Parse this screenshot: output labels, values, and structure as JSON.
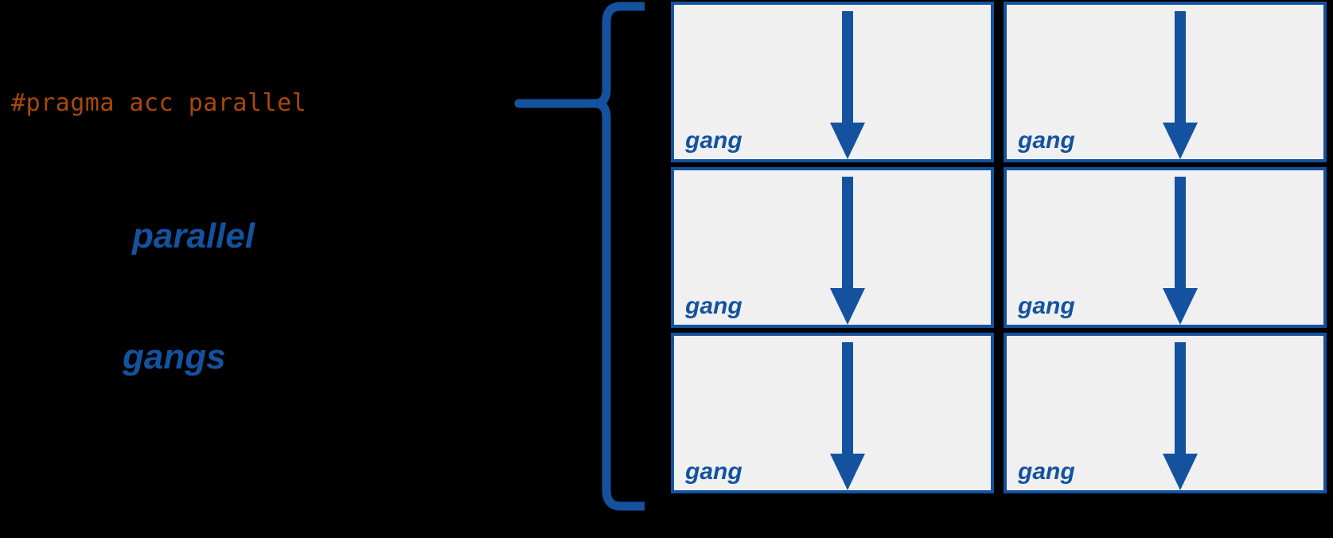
{
  "background_color": "#000000",
  "accent_blue": "#14529f",
  "pragma_color": "#a8490b",
  "box_fill": "#f0f0f0",
  "code": {
    "pragma": "#pragma acc parallel"
  },
  "annotations": {
    "parallel_label": "parallel",
    "gangs_label": "gangs"
  },
  "brace": {
    "icon": "left-curly-brace-icon",
    "orientation": "points-left"
  },
  "grid": {
    "columns": 2,
    "rows": 3,
    "boxes": [
      {
        "label": "gang",
        "arrow": "down-arrow-icon"
      },
      {
        "label": "gang",
        "arrow": "down-arrow-icon"
      },
      {
        "label": "gang",
        "arrow": "down-arrow-icon"
      },
      {
        "label": "gang",
        "arrow": "down-arrow-icon"
      },
      {
        "label": "gang",
        "arrow": "down-arrow-icon"
      },
      {
        "label": "gang",
        "arrow": "down-arrow-icon"
      }
    ]
  }
}
